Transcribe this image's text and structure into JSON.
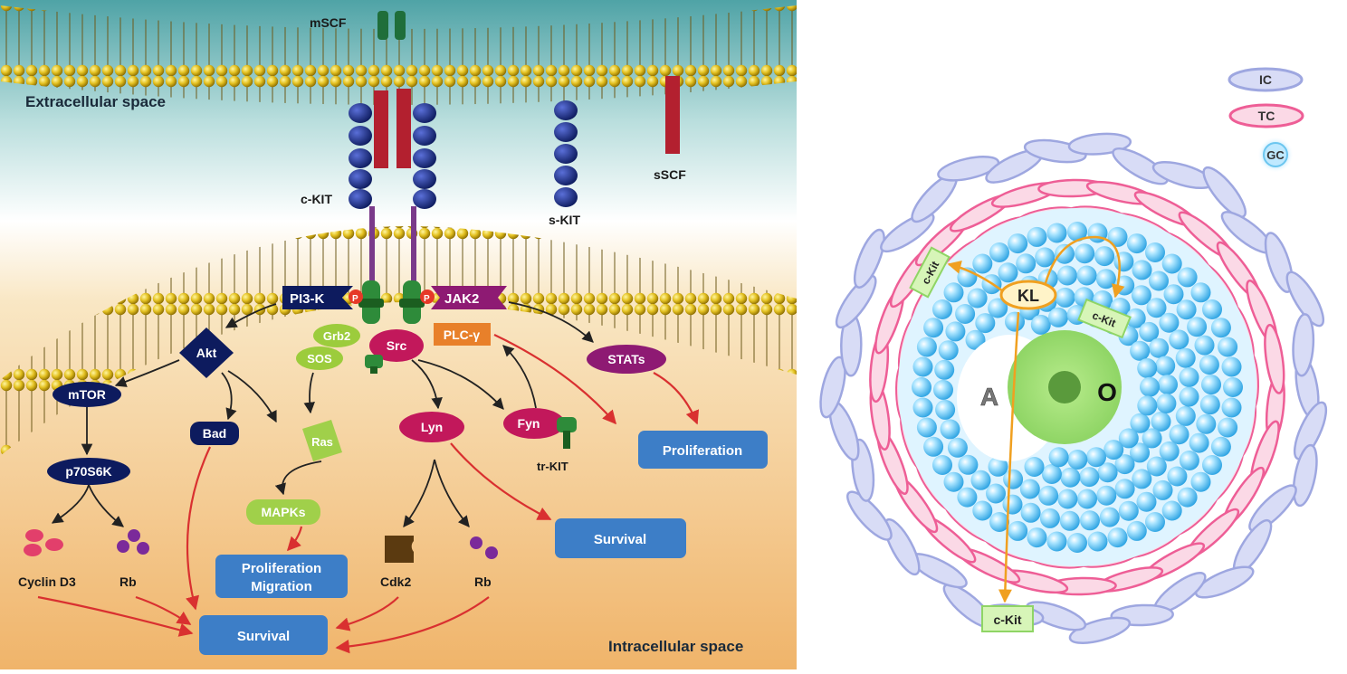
{
  "pathway": {
    "region_top": "Extracellular space",
    "region_bottom": "Intracellular space",
    "receptors": {
      "mscf": "mSCF",
      "ckit": "c-KIT",
      "skit": "s-KIT",
      "sscf": "sSCF",
      "trkit": "tr-KIT"
    },
    "phospho": "P",
    "nodes": {
      "pi3k": "PI3-K",
      "jak2": "JAK2",
      "akt": "Akt",
      "grb2": "Grb2",
      "sos": "SOS",
      "src": "Src",
      "plcg": "PLC-γ",
      "stats": "STATs",
      "mtor": "mTOR",
      "bad": "Bad",
      "ras": "Ras",
      "lyn": "Lyn",
      "fyn": "Fyn",
      "p70s6k": "p70S6K",
      "mapks": "MAPKs",
      "cyclin": "Cyclin D3",
      "rb1": "Rb",
      "cdk2": "Cdk2",
      "rb2": "Rb"
    },
    "outcomes": {
      "prolif_right": "Proliferation",
      "survival_mid": "Survival",
      "prolif_migration_1": "Proliferation",
      "prolif_migration_2": "Migration",
      "survival_bottom": "Survival"
    }
  },
  "follicle": {
    "legend": {
      "ic": "IC",
      "tc": "TC",
      "gc": "GC"
    },
    "labels": {
      "kl": "KL",
      "ckit_left": "c-Kit",
      "ckit_right": "c-Kit",
      "ckit_bottom": "c-Kit",
      "antrum": "A",
      "oocyte": "O"
    }
  },
  "colors": {
    "dark_navy": "#0d1b5e",
    "crimson": "#c2185b",
    "green_receptor": "#2e7d32",
    "outcome_blue": "#3d7ec7",
    "red_arrow": "#d93030",
    "ic_blue": "#9ea7e0",
    "tc_pink": "#f0a0c0",
    "gc_cyan": "#6cc6ef"
  }
}
